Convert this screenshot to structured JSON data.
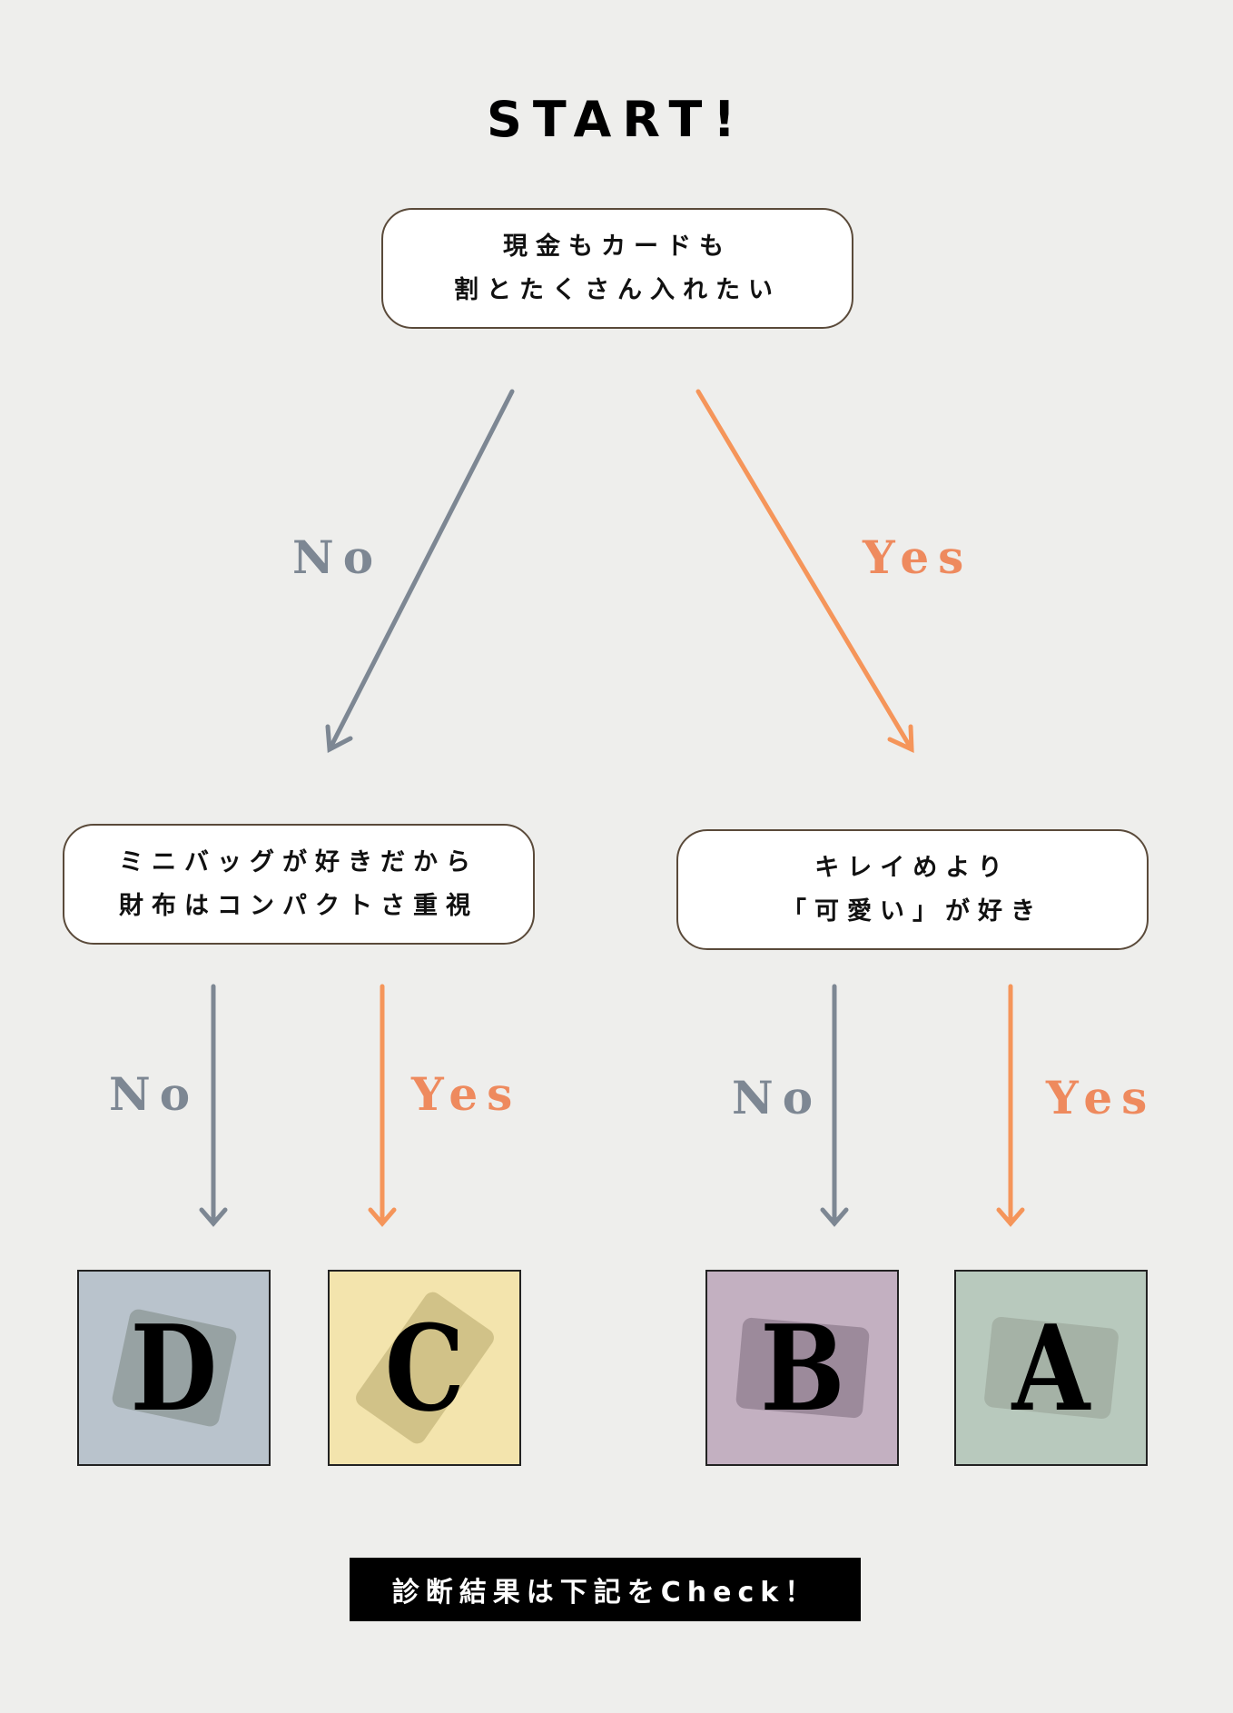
{
  "title": "START!",
  "start_question": {
    "line1": "現金もカードも",
    "line2": "割とたくさん入れたい"
  },
  "left_question": {
    "line1": "ミニバッグが好きだから",
    "line2": "財布はコンパクトさ重視"
  },
  "right_question": {
    "line1": "キレイめより",
    "line2": "「可愛い」が好き"
  },
  "labels": {
    "no": "No",
    "yes": "Yes"
  },
  "results": [
    {
      "letter": "D",
      "color": "#b9c3cc"
    },
    {
      "letter": "C",
      "color": "#f3e4ad"
    },
    {
      "letter": "B",
      "color": "#c3b0c1"
    },
    {
      "letter": "A",
      "color": "#b8c9bd"
    }
  ],
  "cta": "診断結果は下記をCheck！",
  "colors": {
    "no": "#7d8793",
    "yes": "#f5955a",
    "background": "#eeeeec"
  }
}
